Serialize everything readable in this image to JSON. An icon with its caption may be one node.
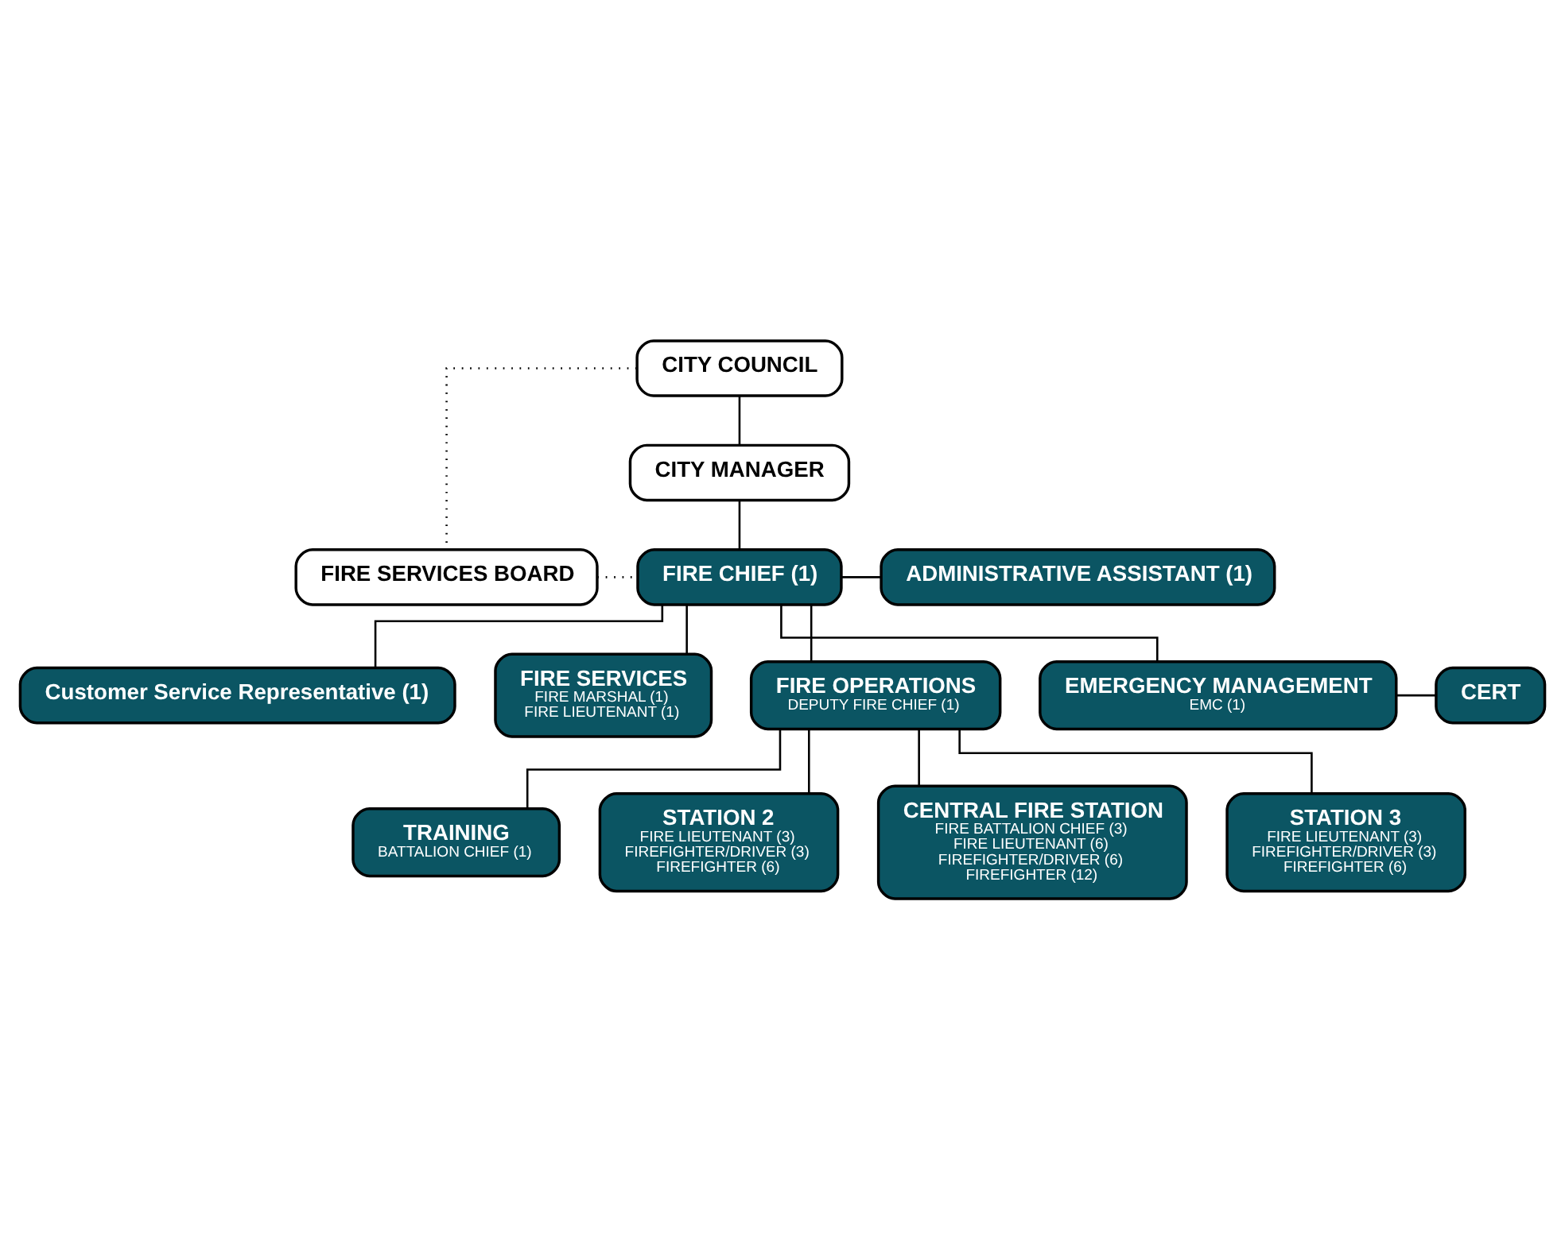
{
  "diagram": {
    "nodes": [
      {
        "text": [
          "CITY COUNCIL"
        ]
      },
      {
        "text": [
          "CITY MANAGER"
        ]
      },
      {
        "text": [
          "FIRE SERVICES BOARD"
        ]
      },
      {
        "text": [
          "FIRE CHIEF (1)"
        ]
      },
      {
        "text": [
          "ADMINISTRATIVE ASSISTANT (1)"
        ]
      },
      {
        "text": [
          "Customer Service Representative (1)"
        ]
      },
      {
        "text": [
          "FIRE SERVICES",
          "FIRE MARSHAL (1)",
          "FIRE LIEUTENANT (1)"
        ]
      },
      {
        "text": [
          "FIRE OPERATIONS",
          "DEPUTY FIRE CHIEF (1)"
        ]
      },
      {
        "text": [
          "EMERGENCY MANAGEMENT",
          "EMC (1)"
        ]
      },
      {
        "text": [
          "CERT"
        ]
      },
      {
        "text": [
          "TRAINING",
          "BATTALION CHIEF (1)"
        ]
      },
      {
        "text": [
          "STATION 2",
          "FIRE LIEUTENANT (3)",
          "FIREFIGHTER/DRIVER (3)",
          "FIREFIGHTER (6)"
        ]
      },
      {
        "text": [
          "CENTRAL FIRE STATION",
          "FIRE BATTALION CHIEF (3)",
          "FIRE LIEUTENANT (6)",
          "FIREFIGHTER/DRIVER (6)",
          "FIREFIGHTER (12)"
        ]
      },
      {
        "text": [
          "STATION 3",
          "FIRE LIEUTENANT (3)",
          "FIREFIGHTER/DRIVER (3)",
          "FIREFIGHTER (6)"
        ]
      }
    ],
    "edges": [
      {
        "from": 0,
        "to": 1,
        "arrow": "none"
      },
      {
        "from": 0,
        "to": 2,
        "arrow": "none",
        "style": "dashed"
      },
      {
        "from": 1,
        "to": 3,
        "arrow": "none"
      },
      {
        "from": 2,
        "to": 3,
        "arrow": "none",
        "style": "dashed"
      },
      {
        "from": 3,
        "to": 4,
        "arrow": "none"
      },
      {
        "from": 3,
        "to": 5,
        "arrow": "none"
      },
      {
        "from": 3,
        "to": 6,
        "arrow": "none"
      },
      {
        "from": 3,
        "to": 7,
        "arrow": "none"
      },
      {
        "from": 3,
        "to": 8,
        "arrow": "none"
      },
      {
        "from": 8,
        "to": 9,
        "arrow": "none"
      },
      {
        "from": 7,
        "to": 10,
        "arrow": "none"
      },
      {
        "from": 7,
        "to": 11,
        "arrow": "none"
      },
      {
        "from": 7,
        "to": 12,
        "arrow": "none"
      },
      {
        "from": 7,
        "to": 13,
        "arrow": "none"
      }
    ]
  }
}
